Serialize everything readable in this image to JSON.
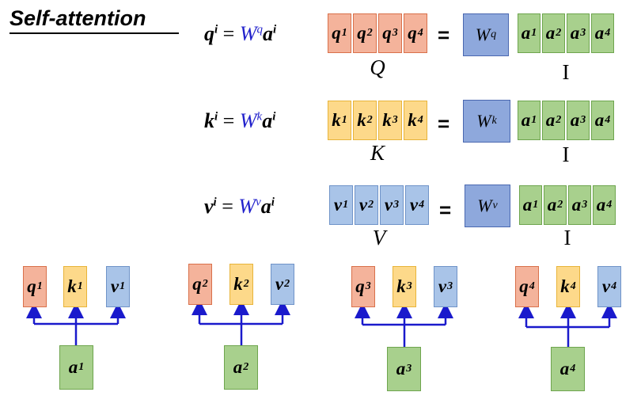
{
  "title": "Self-attention",
  "equations": [
    {
      "lhs_var": "q",
      "sup": "i",
      "eq": "=",
      "w": "W",
      "w_sup": "q",
      "rhs_var": "a",
      "rhs_sup": "i"
    },
    {
      "lhs_var": "k",
      "sup": "i",
      "eq": "=",
      "w": "W",
      "w_sup": "k",
      "rhs_var": "a",
      "rhs_sup": "i"
    },
    {
      "lhs_var": "v",
      "sup": "i",
      "eq": "=",
      "w": "W",
      "w_sup": "v",
      "rhs_var": "a",
      "rhs_sup": "i"
    }
  ],
  "matrix_rows": [
    {
      "cells": [
        {
          "b": "q",
          "s": "1"
        },
        {
          "b": "q",
          "s": "2"
        },
        {
          "b": "q",
          "s": "3"
        },
        {
          "b": "q",
          "s": "4"
        }
      ],
      "label": "Q",
      "equals": "=",
      "w": "W",
      "w_sup": "q",
      "input": [
        {
          "b": "a",
          "s": "1"
        },
        {
          "b": "a",
          "s": "2"
        },
        {
          "b": "a",
          "s": "3"
        },
        {
          "b": "a",
          "s": "4"
        }
      ],
      "input_label": "I"
    },
    {
      "cells": [
        {
          "b": "k",
          "s": "1"
        },
        {
          "b": "k",
          "s": "2"
        },
        {
          "b": "k",
          "s": "3"
        },
        {
          "b": "k",
          "s": "4"
        }
      ],
      "label": "K",
      "equals": "=",
      "w": "W",
      "w_sup": "k",
      "input": [
        {
          "b": "a",
          "s": "1"
        },
        {
          "b": "a",
          "s": "2"
        },
        {
          "b": "a",
          "s": "3"
        },
        {
          "b": "a",
          "s": "4"
        }
      ],
      "input_label": "I"
    },
    {
      "cells": [
        {
          "b": "v",
          "s": "1"
        },
        {
          "b": "v",
          "s": "2"
        },
        {
          "b": "v",
          "s": "3"
        },
        {
          "b": "v",
          "s": "4"
        }
      ],
      "label": "V",
      "equals": "=",
      "w": "W",
      "w_sup": "v",
      "input": [
        {
          "b": "a",
          "s": "1"
        },
        {
          "b": "a",
          "s": "2"
        },
        {
          "b": "a",
          "s": "3"
        },
        {
          "b": "a",
          "s": "4"
        }
      ],
      "input_label": "I"
    }
  ],
  "groups": [
    {
      "q": {
        "b": "q",
        "s": "1"
      },
      "k": {
        "b": "k",
        "s": "1"
      },
      "v": {
        "b": "v",
        "s": "1"
      },
      "a": {
        "b": "a",
        "s": "1"
      }
    },
    {
      "q": {
        "b": "q",
        "s": "2"
      },
      "k": {
        "b": "k",
        "s": "2"
      },
      "v": {
        "b": "v",
        "s": "2"
      },
      "a": {
        "b": "a",
        "s": "2"
      }
    },
    {
      "q": {
        "b": "q",
        "s": "3"
      },
      "k": {
        "b": "k",
        "s": "3"
      },
      "v": {
        "b": "v",
        "s": "3"
      },
      "a": {
        "b": "a",
        "s": "3"
      }
    },
    {
      "q": {
        "b": "q",
        "s": "4"
      },
      "k": {
        "b": "k",
        "s": "4"
      },
      "v": {
        "b": "v",
        "s": "4"
      },
      "a": {
        "b": "a",
        "s": "4"
      }
    }
  ],
  "colors": {
    "q": "#f4b39b",
    "k": "#fdd98a",
    "v": "#a9c4e8",
    "a": "#a8d08d",
    "w": "#8ea8dc",
    "arrow": "#1a1acc",
    "w_text": "#2222cc"
  }
}
